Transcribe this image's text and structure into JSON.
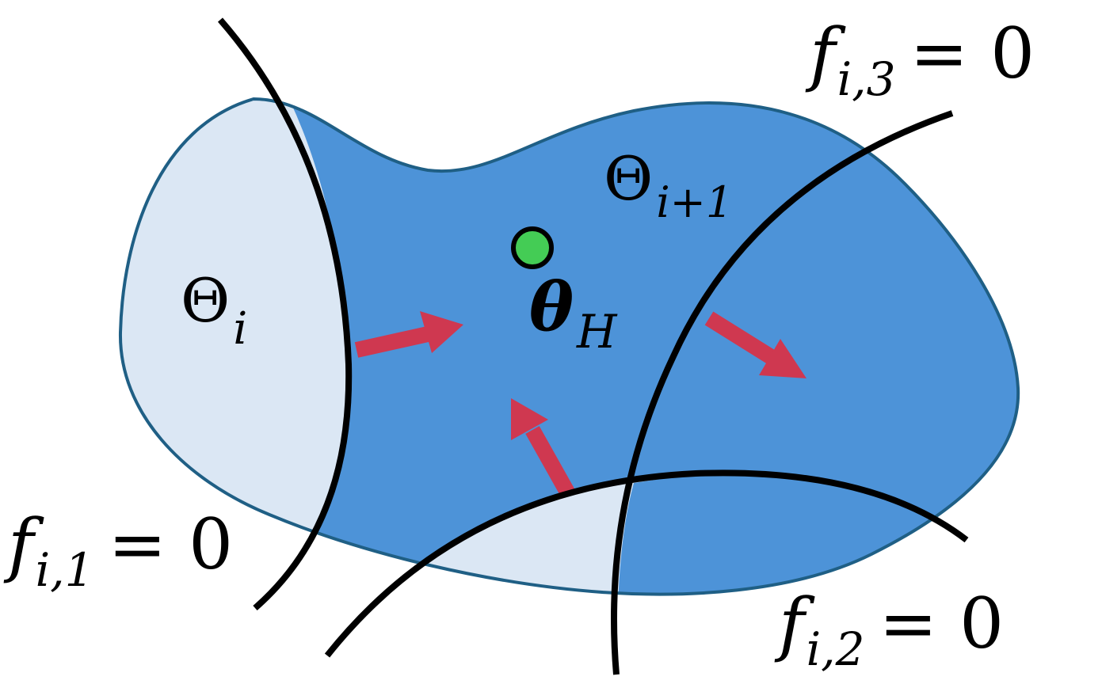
{
  "colors": {
    "region_fill": "#4d93d8",
    "region_stroke": "#1f5f85",
    "infeasible_fill": "#dbe7f4",
    "boundary_curve": "#000000",
    "arrow": "#cf3850",
    "point_fill": "#44cc55",
    "point_stroke": "#000000"
  },
  "labels": {
    "theta_i": {
      "symbol": "Θ",
      "sub": "i"
    },
    "theta_i_plus_1": {
      "symbol": "Θ",
      "sub": "i+1"
    },
    "theta_h": {
      "symbol": "θ",
      "sub": "H"
    },
    "f_i1": {
      "f": "f",
      "sub": "i,1",
      "rest": "= 0"
    },
    "f_i2": {
      "f": "f",
      "sub": "i,2",
      "rest": "= 0"
    },
    "f_i3": {
      "f": "f",
      "sub": "i,3",
      "rest": "= 0"
    }
  },
  "icons": {
    "point": "green-dot",
    "arrows": "red-arrow"
  }
}
